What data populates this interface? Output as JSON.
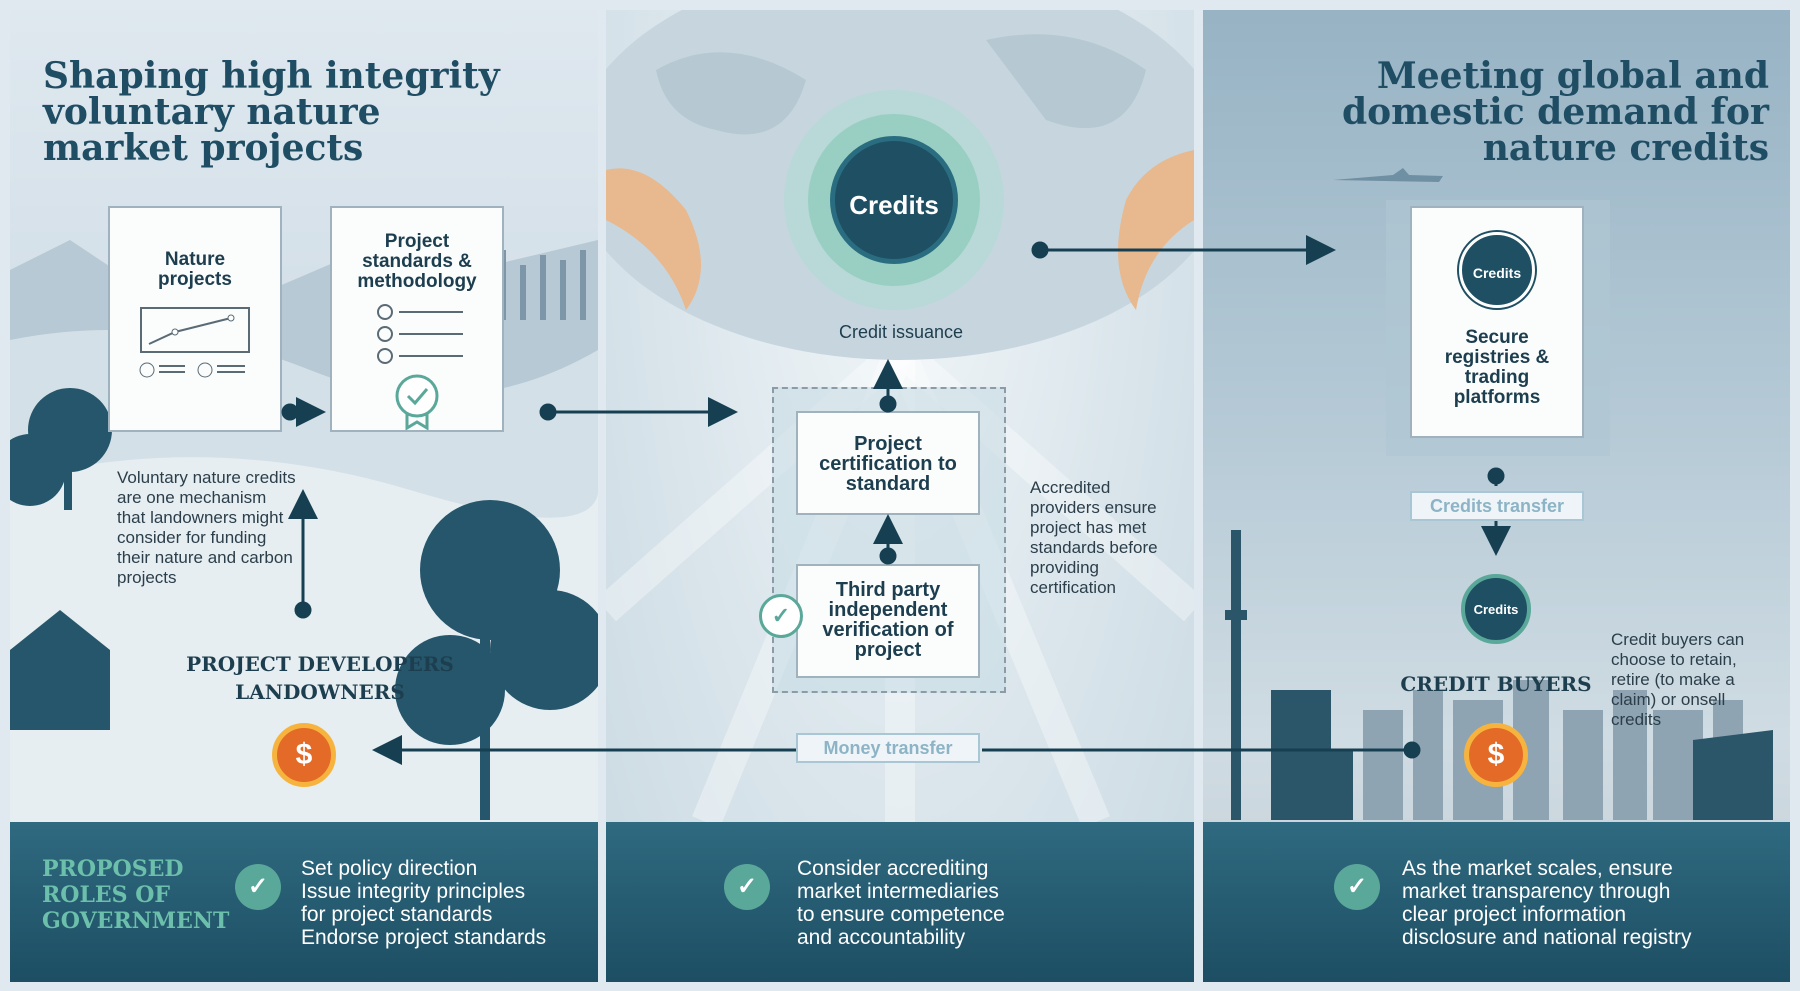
{
  "left": {
    "title": "Shaping high integrity voluntary nature market projects",
    "nature_projects": "Nature projects",
    "project_standards": "Project standards & methodology",
    "note": "Voluntary nature credits are one mechanism that landowners might consider for funding their nature and carbon projects",
    "developers_line1": "PROJECT DEVELOPERS",
    "developers_line2": "LANDOWNERS",
    "coin": "$"
  },
  "middle": {
    "credits": "Credits",
    "credit_issuance": "Credit issuance",
    "certification": "Project certification to standard",
    "verification": "Third party independent verification of project",
    "accredited_note": "Accredited providers ensure project has met standards before providing certification",
    "money_transfer": "Money transfer"
  },
  "right": {
    "title": "Meeting global and domestic demand for nature credits",
    "credits_small": "Credits",
    "registries": "Secure registries & trading platforms",
    "credits_transfer": "Credits transfer",
    "credits_buyer_badge": "Credits",
    "buyers": "CREDIT BUYERS",
    "buyers_note": "Credit buyers can choose to retain, retire (to make a claim) or onsell credits",
    "coin": "$"
  },
  "government": {
    "heading": "PROPOSED ROLES OF GOVERNMENT",
    "left_roles": [
      "Set policy direction",
      "Issue integrity principles",
      "for project standards",
      "Endorse project standards"
    ],
    "middle_roles": [
      "Consider accrediting",
      "market intermediaries",
      "to ensure competence",
      "and accountability"
    ],
    "right_roles": [
      "As the market scales, ensure",
      "market transparency through",
      "clear project information",
      "disclosure and national registry"
    ],
    "check": "✓"
  },
  "colors": {
    "navy": "#1e4f63",
    "teal": "#5aa89a",
    "orange": "#e46a27",
    "gold": "#f6b43e"
  }
}
